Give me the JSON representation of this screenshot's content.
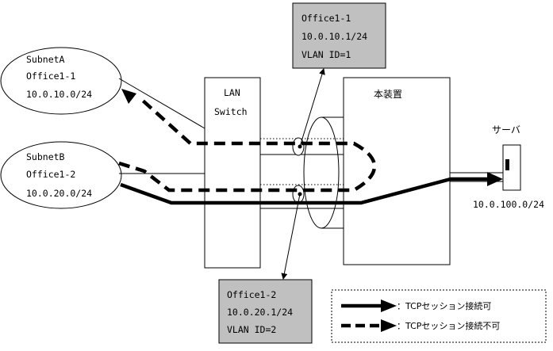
{
  "subnet_a": {
    "line1": "SubnetA",
    "line2": "Office1-1",
    "line3": "10.0.10.0/24"
  },
  "subnet_b": {
    "line1": "SubnetB",
    "line2": "Office1-2",
    "line3": "10.0.20.0/24"
  },
  "lan_switch": {
    "line1": "LAN",
    "line2": "Switch"
  },
  "device": {
    "label": "本装置"
  },
  "server": {
    "label": "サーバ",
    "address": "10.0.100.0/24"
  },
  "vlan1_box": {
    "line1": "Office1-1",
    "line2": "10.0.10.1/24",
    "line3": "VLAN ID=1"
  },
  "vlan2_box": {
    "line1": "Office1-2",
    "line2": "10.0.20.1/24",
    "line3": "VLAN ID=2"
  },
  "legend": {
    "ok": "：TCPセッション接続可",
    "ng": "：TCPセッション接続不可"
  }
}
